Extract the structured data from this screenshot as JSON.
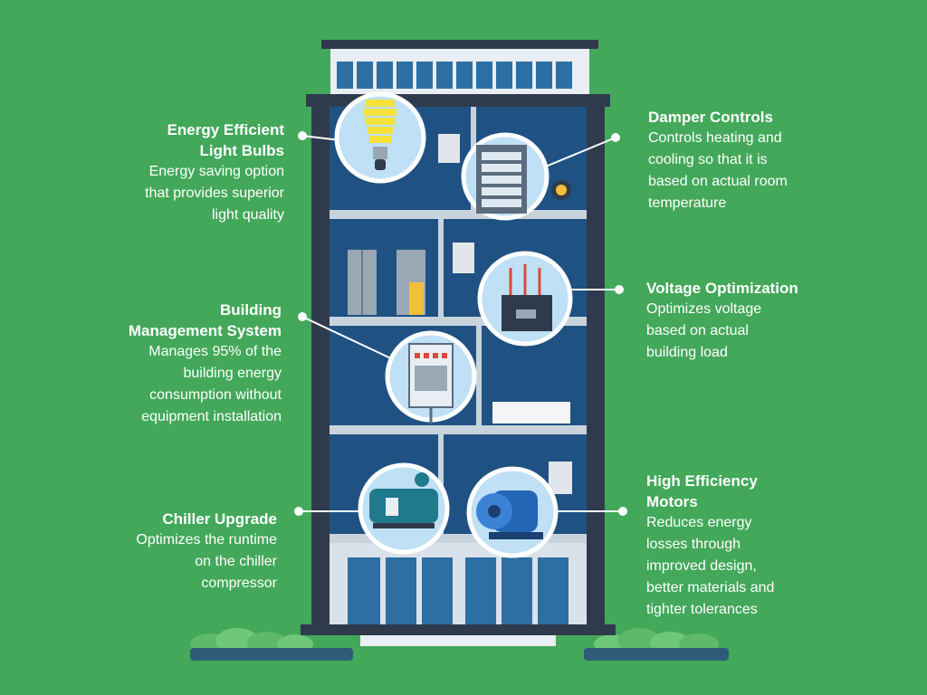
{
  "colors": {
    "background": "#43a85a",
    "building_frame": "#2f3b4c",
    "floor_fill": "#1f5283",
    "window_fill": "#2d6ea3",
    "bubble_fill": "#bfe0f5",
    "bubble_ring": "#ffffff",
    "text": "#ffffff"
  },
  "callouts": [
    {
      "id": "bulbs",
      "title": "Energy Efficient Light Bulbs",
      "title_lines": [
        "Energy Efficient",
        "Light Bulbs"
      ],
      "desc_lines": [
        "Energy saving option",
        "that provides superior",
        "light quality"
      ],
      "icon": "light-bulb-icon"
    },
    {
      "id": "bms",
      "title": "Building Management System",
      "title_lines": [
        "Building",
        "Management System"
      ],
      "desc_lines": [
        "Manages 95% of the",
        "building energy",
        "consumption without",
        "equipment installation"
      ],
      "icon": "control-panel-icon"
    },
    {
      "id": "chiller",
      "title": "Chiller Upgrade",
      "title_lines": [
        "Chiller Upgrade"
      ],
      "desc_lines": [
        "Optimizes the runtime",
        "on the chiller",
        "compressor"
      ],
      "icon": "chiller-icon"
    },
    {
      "id": "damper",
      "title": "Damper Controls",
      "title_lines": [
        "Damper Controls"
      ],
      "desc_lines": [
        "Controls heating and",
        "cooling so that it is",
        "based on actual room",
        "temperature"
      ],
      "icon": "damper-icon"
    },
    {
      "id": "voltage",
      "title": "Voltage Optimization",
      "title_lines": [
        "Voltage Optimization"
      ],
      "desc_lines": [
        "Optimizes voltage",
        "based on actual",
        "building load"
      ],
      "icon": "transformer-icon"
    },
    {
      "id": "motors",
      "title": "High Efficiency Motors",
      "title_lines": [
        "High Efficiency",
        "Motors"
      ],
      "desc_lines": [
        "Reduces energy",
        "losses through",
        "improved design,",
        "better materials and",
        "tighter tolerances"
      ],
      "icon": "motor-icon"
    }
  ]
}
